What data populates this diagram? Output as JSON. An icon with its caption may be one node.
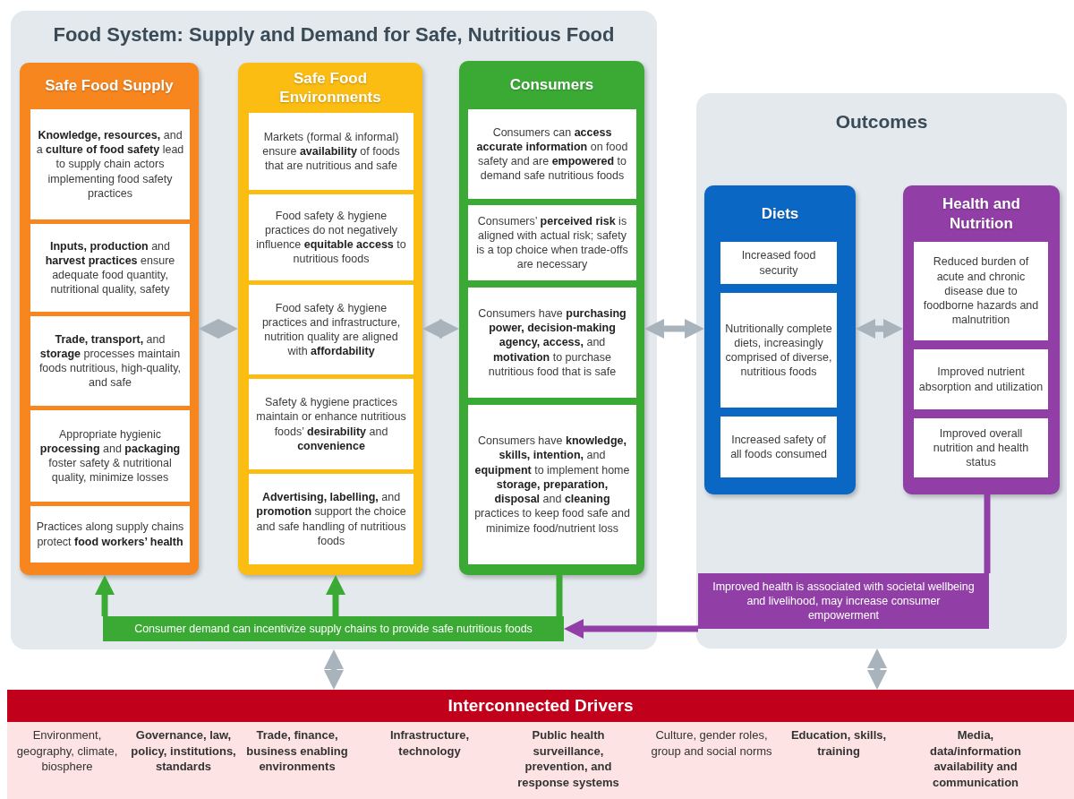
{
  "diagram": {
    "nodes": [
      {
        "text": [
          "Food System: Supply and Demand for Safe, Nutritious Food"
        ]
      },
      {
        "text": [
          "Safe Food Supply"
        ],
        "in": 0
      },
      {
        "text": [
          "**Knowledge, resources,** and a **culture of food safety** lead to supply chain actors implementing food safety practices"
        ],
        "in": 1
      },
      {
        "text": [
          "**Inputs, production** and **harvest practices** ensure adequate food quantity, nutritional quality, safety"
        ],
        "in": 1
      },
      {
        "text": [
          "**Trade, transport,** and **storage** processes maintain foods nutritious, high-quality, and safe"
        ],
        "in": 1
      },
      {
        "text": [
          "Appropriate hygienic **processing** and **packaging** foster safety & nutritional quality, minimize losses"
        ],
        "in": 1
      },
      {
        "text": [
          "Practices along supply chains protect **food workers’ health**"
        ],
        "in": 1
      },
      {
        "text": [
          "Safe Food Environments"
        ],
        "in": 0
      },
      {
        "text": [
          "Markets (formal & informal) ensure **availability** of foods that are nutritious and safe"
        ],
        "in": 7
      },
      {
        "text": [
          "Food safety & hygiene practices do not negatively influence **equitable access** to nutritious foods"
        ],
        "in": 7
      },
      {
        "text": [
          "Food safety & hygiene practices and infrastructure, nutrition quality are aligned with **affordability**"
        ],
        "in": 7
      },
      {
        "text": [
          "Safety & hygiene practices maintain or enhance nutritious foods’ **desirability** and **convenience**"
        ],
        "in": 7
      },
      {
        "text": [
          "**Advertising, labelling,** and **promotion** support the choice and safe handling of nutritious foods"
        ],
        "in": 7
      },
      {
        "text": [
          "Consumers"
        ],
        "in": 0
      },
      {
        "text": [
          "Consumers can **access accurate information** on food safety and are **empowered** to demand safe nutritious foods"
        ],
        "in": 13
      },
      {
        "text": [
          "Consumers’ **perceived risk** is aligned with actual risk; safety is a top choice when trade-offs are necessary"
        ],
        "in": 13
      },
      {
        "text": [
          "Consumers have **purchasing power, decision-making agency, access,** and **motivation** to purchase nutritious food that is safe"
        ],
        "in": 13
      },
      {
        "text": [
          "Consumers have **knowledge, skills, intention,** and **equipment** to implement home **storage, preparation, disposal** and **cleaning** practices to keep food safe and minimize food/nutrient loss"
        ],
        "in": 13
      },
      {
        "text": [
          "Consumer demand can incentivize supply chains to provide safe nutritious foods"
        ],
        "in": 0
      },
      {
        "text": [
          "Outcomes"
        ]
      },
      {
        "text": [
          "Diets"
        ],
        "in": 19
      },
      {
        "text": [
          "Increased food security"
        ],
        "in": 20
      },
      {
        "text": [
          "Nutritionally complete diets, increasingly comprised of diverse, nutritious foods"
        ],
        "in": 20
      },
      {
        "text": [
          "Increased safety of all foods consumed"
        ],
        "in": 20
      },
      {
        "text": [
          "Health and Nutrition"
        ],
        "in": 19
      },
      {
        "text": [
          "Reduced burden of acute and chronic disease due to foodborne hazards and malnutrition"
        ],
        "in": 24
      },
      {
        "text": [
          "Improved nutrient absorption and utilization"
        ],
        "in": 24
      },
      {
        "text": [
          "Improved overall nutrition and health status"
        ],
        "in": 24
      },
      {
        "text": [
          "Improved health is associated with societal wellbeing and livelihood, may increase consumer empowerment"
        ],
        "in": 19
      },
      {
        "text": [
          "Interconnected Drivers"
        ]
      }
    ],
    "edges": [
      {
        "from": 1,
        "to": 7,
        "arrow": "both"
      },
      {
        "from": 7,
        "to": 13,
        "arrow": "both"
      },
      {
        "from": 13,
        "to": 20,
        "arrow": "both"
      },
      {
        "from": 20,
        "to": 24,
        "arrow": "both"
      },
      {
        "from": 13,
        "to": 18,
        "arrow": "none",
        "color": "#3aaa35"
      },
      {
        "from": 18,
        "to": 1,
        "arrow": "to",
        "color": "#3aaa35"
      },
      {
        "from": 18,
        "to": 7,
        "arrow": "to",
        "color": "#3aaa35"
      },
      {
        "from": 24,
        "to": 28,
        "arrow": "none",
        "color": "#913fa6"
      },
      {
        "from": 28,
        "to": 18,
        "arrow": "to",
        "color": "#913fa6"
      },
      {
        "from": 0,
        "to": 29,
        "arrow": "both"
      },
      {
        "from": 19,
        "to": 29,
        "arrow": "both"
      }
    ],
    "labels": [
      "Environment, geography, climate, biosphere",
      "Governance, law, policy, institutions, standards",
      "Trade, finance, business enabling environments",
      "Infrastructure, technology",
      "Public health surveillance, prevention, and response systems",
      "Culture, gender roles, group and social norms",
      "Education, skills, training",
      "Media, data/information availability and communication"
    ]
  }
}
